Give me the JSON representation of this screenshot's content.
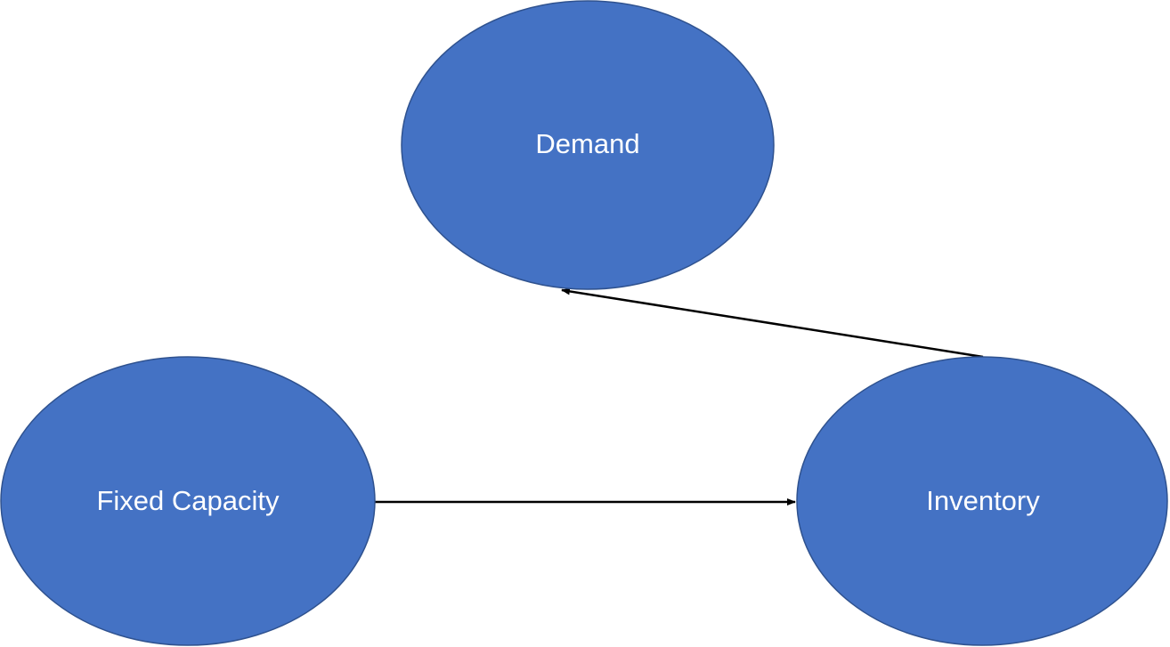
{
  "diagram": {
    "node_fill": "#4472C4",
    "node_outline": "#2F528F",
    "edge_color": "#000000",
    "nodes": [
      {
        "id": "demand",
        "label": "Demand"
      },
      {
        "id": "fixed-capacity",
        "label": "Fixed Capacity"
      },
      {
        "id": "inventory",
        "label": "Inventory"
      }
    ],
    "edges": [
      {
        "from": "fixed-capacity",
        "to": "inventory"
      },
      {
        "from": "inventory",
        "to": "demand"
      }
    ]
  }
}
